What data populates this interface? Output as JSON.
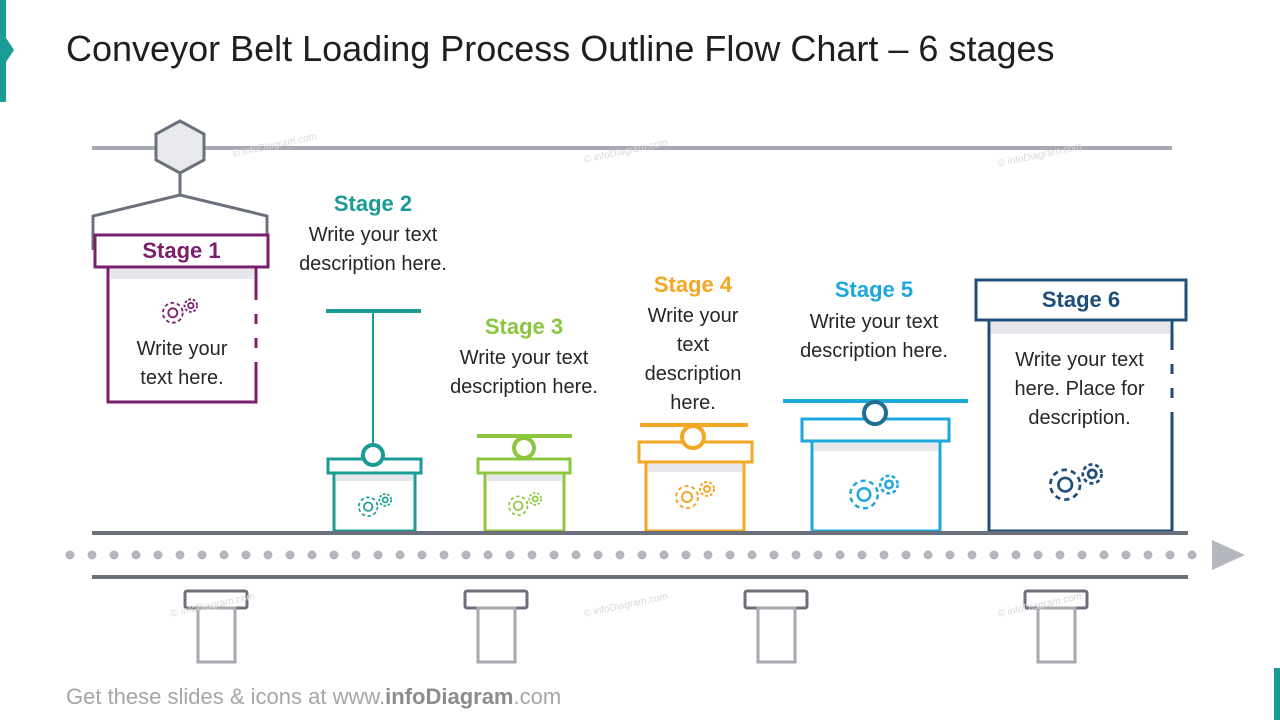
{
  "title": "Conveyor Belt Loading Process Outline Flow Chart – 6 stages",
  "footer": {
    "prefix": "Get these slides & icons at www.",
    "brand": "infoDiagram",
    "suffix": ".com"
  },
  "watermark": "© infoDiagram.com",
  "colors": {
    "stage1": "#7a1e6e",
    "stage2": "#1a9b95",
    "stage3": "#8cc63f",
    "stage4": "#f5a623",
    "stage5": "#1ea7dc",
    "stage6": "#1f4e79",
    "grey": "#8b8f99"
  },
  "stages": [
    {
      "label": "Stage 1",
      "text": "Write your text here.",
      "icon": "gears-icon"
    },
    {
      "label": "Stage 2",
      "text": "Write your text description here.",
      "icon": "gears-icon"
    },
    {
      "label": "Stage 3",
      "text": "Write your text description here.",
      "icon": "gears-icon"
    },
    {
      "label": "Stage 4",
      "text": "Write your text description here.",
      "icon": "gears-icon"
    },
    {
      "label": "Stage 5",
      "text": "Write your text description here.",
      "icon": "gears-icon"
    },
    {
      "label": "Stage 6",
      "text": "Write your text here. Place for description.",
      "icon": "gears-icon"
    }
  ]
}
